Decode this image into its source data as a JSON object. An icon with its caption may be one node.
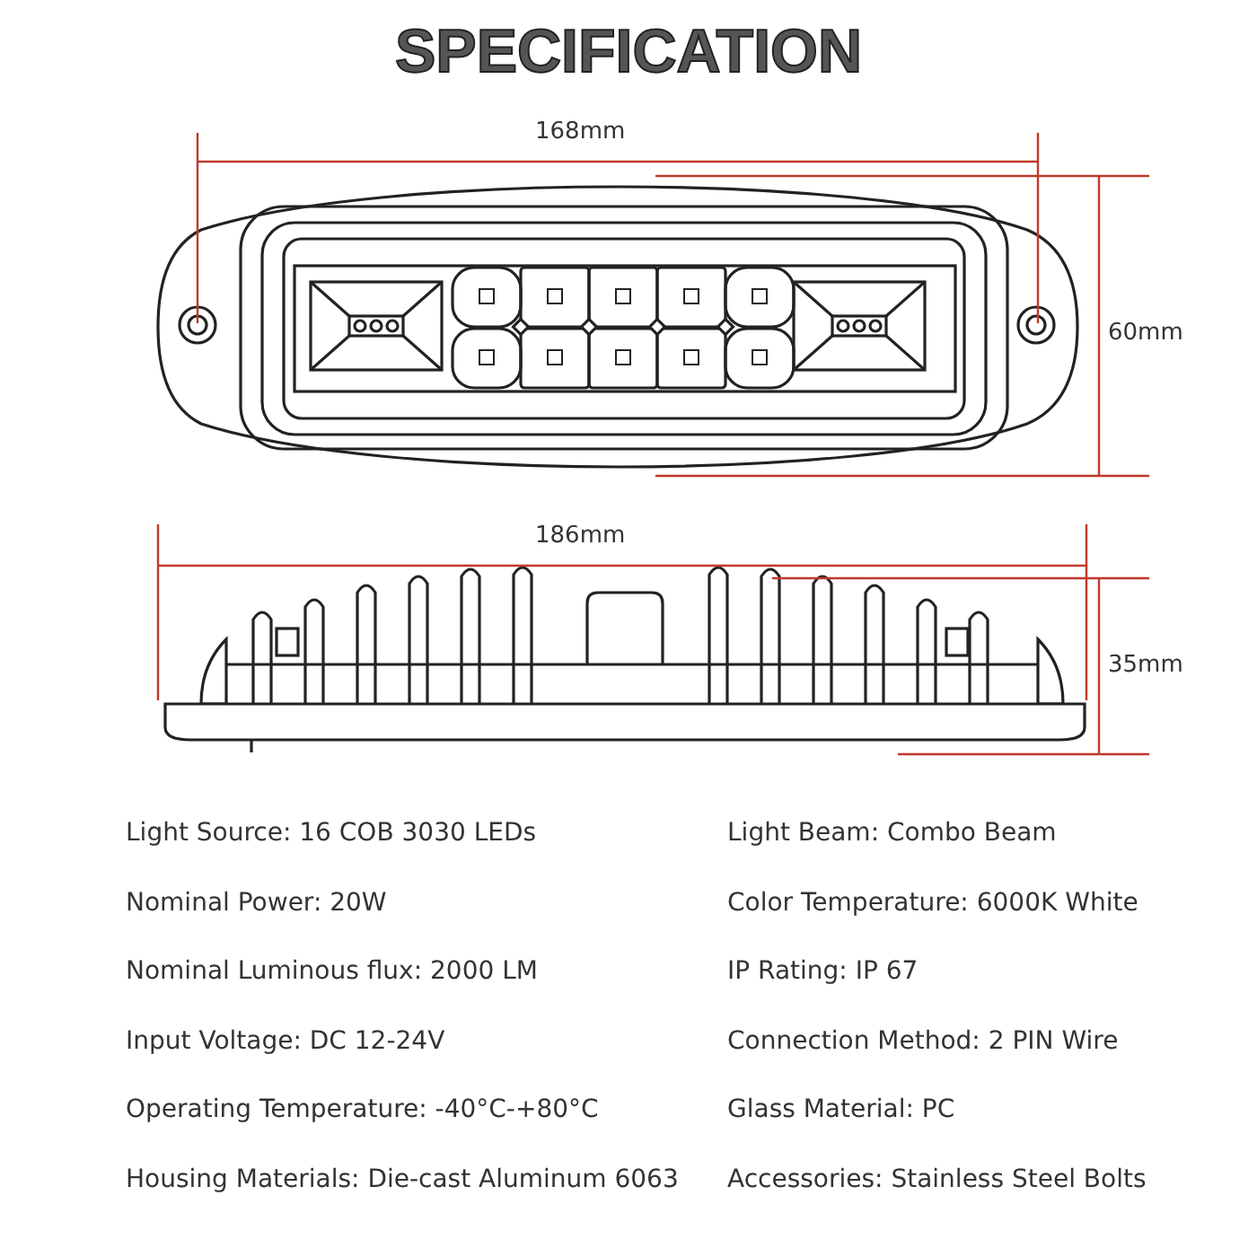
{
  "diagram": {
    "title": "SPECIFICATION",
    "labels": [
      "168mm",
      "60mm",
      "186mm",
      "35mm",
      "Light Source: 16 COB 3030 LEDs",
      "Light Beam: Combo Beam",
      "Nominal Power: 20W",
      "Color Temperature: 6000K White",
      "Nominal Luminous flux: 2000 LM",
      "IP Rating: IP 67",
      "Input Voltage: DC 12-24V",
      "Connection Method: 2 PIN Wire",
      "Operating Temperature: -40°C-+80°C",
      "Glass Material: PC",
      "Housing Materials: Die-cast Aluminum 6063",
      "Accessories: Stainless Steel Bolts"
    ]
  }
}
